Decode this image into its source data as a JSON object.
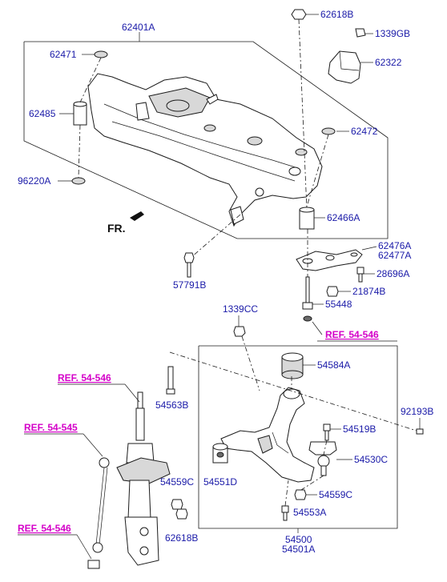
{
  "labels": {
    "l62401A": "62401A",
    "l62618B_top": "62618B",
    "l1339GB": "1339GB",
    "l62471": "62471",
    "l62322": "62322",
    "l62485": "62485",
    "l62472": "62472",
    "l96220A": "96220A",
    "l62466A": "62466A",
    "l57791B": "57791B",
    "l62476A": "62476A",
    "l62477A": "62477A",
    "l28696A": "28696A",
    "l21874B": "21874B",
    "l55448": "55448",
    "l1339CC": "1339CC",
    "l54584A": "54584A",
    "l54563B": "54563B",
    "l92193B": "92193B",
    "l54519B": "54519B",
    "l54530C": "54530C",
    "l54551D": "54551D",
    "l54559C_left": "54559C",
    "l54559C_right": "54559C",
    "l54553A": "54553A",
    "l62618B_bottom": "62618B",
    "l54500": "54500",
    "l54501A": "54501A"
  },
  "refs": {
    "ref_546_right": "REF. 54-546",
    "ref_546_strut": "REF. 54-546",
    "ref_545": "REF. 54-545",
    "ref_546_bottom": "REF. 54-546"
  },
  "direction": {
    "front": "FR."
  },
  "colors": {
    "part_number": "#1a1aa8",
    "reference": "#d400c8",
    "linework": "#1b1b1b"
  }
}
